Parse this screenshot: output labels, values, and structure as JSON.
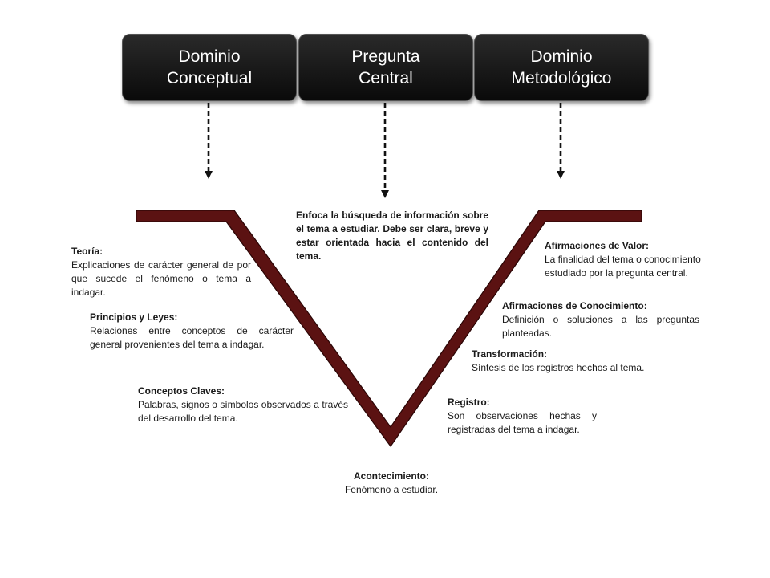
{
  "header": {
    "dominio_conceptual": {
      "line1": "Dominio",
      "line2": "Conceptual"
    },
    "pregunta_central": {
      "line1": "Pregunta",
      "line2": "Central"
    },
    "dominio_metodologico": {
      "line1": "Dominio",
      "line2": "Metodológico"
    }
  },
  "pregunta_description": "Enfoca la búsqueda de información sobre el tema a estudiar. Debe ser clara, breve y estar orientada hacia el contenido del tema.",
  "left": [
    {
      "title": "Teoría:",
      "text": "Explicaciones de carácter general de por que sucede el fenómeno o tema a indagar."
    },
    {
      "title": "Principios y Leyes:",
      "text": "Relaciones entre conceptos de carácter general provenientes del tema a indagar."
    },
    {
      "title": "Conceptos Claves:",
      "text": "Palabras, signos o símbolos observados a través del desarrollo del tema."
    }
  ],
  "right": [
    {
      "title": "Afirmaciones de Valor:",
      "text": "La finalidad del tema o conocimiento estudiado por la pregunta central."
    },
    {
      "title": "Afirmaciones de Conocimiento:",
      "text": "Definición o soluciones a las preguntas planteadas."
    },
    {
      "title": "Transformación:",
      "text": "Síntesis de los registros hechos al tema."
    },
    {
      "title": "Registro:",
      "text": "Son observaciones hechas y registradas del tema a indagar."
    }
  ],
  "bottom": {
    "title": "Acontecimiento:",
    "text": "Fenómeno a estudiar."
  },
  "colors": {
    "v_fill": "#5b1212",
    "v_outline": "#2a0505",
    "box_bg": "#111111",
    "arrow": "#111111"
  }
}
